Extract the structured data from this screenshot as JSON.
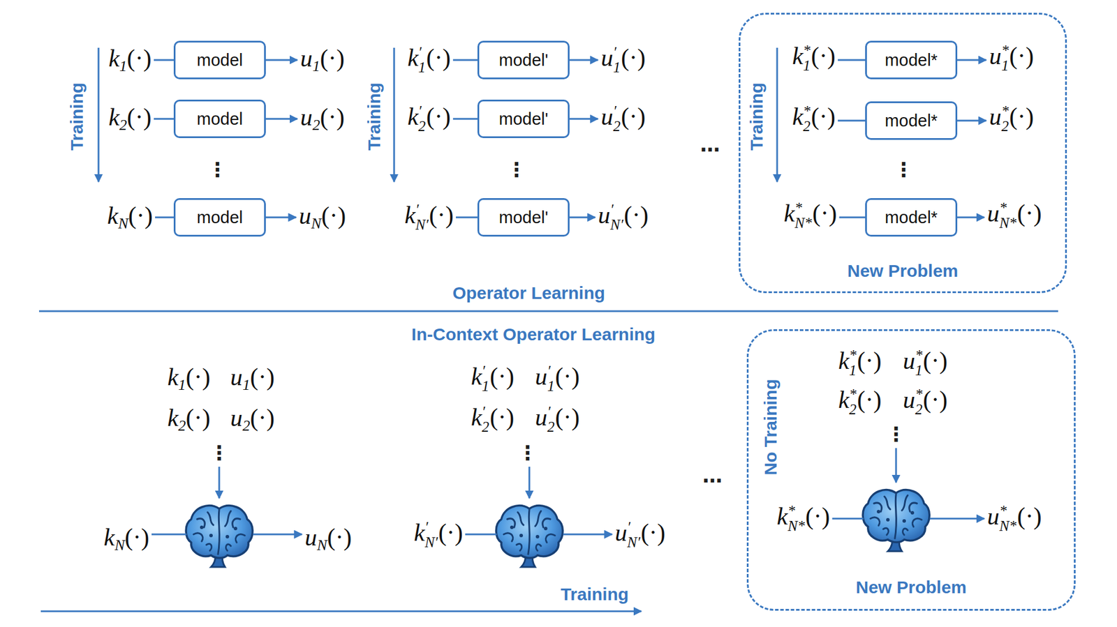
{
  "diagram": {
    "nodes": [
      {
        "text": [
          "model"
        ]
      },
      {
        "text": [
          "model"
        ]
      },
      {
        "text": [
          "model"
        ]
      },
      {
        "text": [
          "model'"
        ]
      },
      {
        "text": [
          "model'"
        ]
      },
      {
        "text": [
          "model'"
        ]
      },
      {
        "text": [
          "New Problem"
        ]
      },
      {
        "text": [
          "model*"
        ],
        "in": 6
      },
      {
        "text": [
          "model*"
        ],
        "in": 6
      },
      {
        "text": [
          "model*"
        ],
        "in": 6
      },
      {
        "text": [
          "New Problem"
        ]
      }
    ],
    "labels": [
      "k1(·)",
      "u1(·)",
      "k2(·)",
      "u2(·)",
      "⋮",
      "kN(·)",
      "uN(·)",
      "k′1(·)",
      "u′1(·)",
      "k′2(·)",
      "u′2(·)",
      "⋮",
      "k′N′(·)",
      "u′N′(·)",
      "…",
      "k*1(·)",
      "u*1(·)",
      "k*2(·)",
      "u*2(·)",
      "⋮",
      "k*N*(·)",
      "u*N*(·)",
      "Training",
      "Training",
      "Training",
      "Operator Learning",
      "In-Context Operator Learning",
      "k1(·)",
      "u1(·)",
      "k2(·)",
      "u2(·)",
      "⋮",
      "kN(·)",
      "uN(·)",
      "k′1(·)",
      "u′1(·)",
      "k′2(·)",
      "u′2(·)",
      "⋮",
      "k′N′(·)",
      "u′N′(·)",
      "…",
      "k*1(·)",
      "u*1(·)",
      "k*2(·)",
      "u*2(·)",
      "⋮",
      "k*N*(·)",
      "u*N*(·)",
      "No Training",
      "Training"
    ]
  }
}
